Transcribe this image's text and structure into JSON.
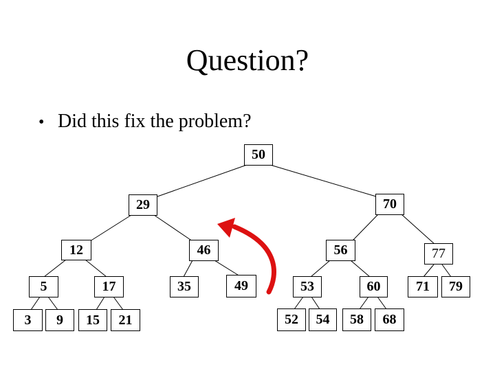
{
  "slide": {
    "title": "Question?",
    "bullet_glyph": "•",
    "bullet_text": "Did this fix the problem?"
  },
  "colors": {
    "background": "#ffffff",
    "text": "#000000",
    "node_border": "#000000",
    "edge_line": "#000000",
    "arrow_red": "#dd1111"
  },
  "tree": {
    "type": "binary-tree-diagram",
    "nodes": [
      {
        "value": "50",
        "weight": "bold"
      },
      {
        "value": "29",
        "weight": "bold"
      },
      {
        "value": "70",
        "weight": "bold"
      },
      {
        "value": "12",
        "weight": "bold"
      },
      {
        "value": "46",
        "weight": "bold"
      },
      {
        "value": "56",
        "weight": "bold"
      },
      {
        "value": "77",
        "weight": "regular"
      },
      {
        "value": "5",
        "weight": "bold"
      },
      {
        "value": "17",
        "weight": "bold"
      },
      {
        "value": "35",
        "weight": "bold"
      },
      {
        "value": "49",
        "weight": "bold"
      },
      {
        "value": "53",
        "weight": "bold"
      },
      {
        "value": "60",
        "weight": "bold"
      },
      {
        "value": "71",
        "weight": "bold"
      },
      {
        "value": "79",
        "weight": "bold"
      },
      {
        "value": "3",
        "weight": "bold"
      },
      {
        "value": "9",
        "weight": "bold"
      },
      {
        "value": "15",
        "weight": "bold"
      },
      {
        "value": "21",
        "weight": "bold"
      },
      {
        "value": "52",
        "weight": "bold"
      },
      {
        "value": "54",
        "weight": "bold"
      },
      {
        "value": "58",
        "weight": "bold"
      },
      {
        "value": "68",
        "weight": "bold"
      }
    ],
    "edges": [
      [
        "50",
        "29"
      ],
      [
        "50",
        "70"
      ],
      [
        "29",
        "12"
      ],
      [
        "29",
        "46"
      ],
      [
        "70",
        "56"
      ],
      [
        "70",
        "77"
      ],
      [
        "12",
        "5"
      ],
      [
        "12",
        "17"
      ],
      [
        "46",
        "35"
      ],
      [
        "46",
        "49"
      ],
      [
        "56",
        "53"
      ],
      [
        "56",
        "60"
      ],
      [
        "77",
        "71"
      ],
      [
        "77",
        "79"
      ],
      [
        "5",
        "3"
      ],
      [
        "5",
        "9"
      ],
      [
        "17",
        "15"
      ],
      [
        "17",
        "21"
      ],
      [
        "53",
        "52"
      ],
      [
        "53",
        "54"
      ],
      [
        "60",
        "58"
      ],
      [
        "60",
        "68"
      ]
    ],
    "annotation": "red curved arrow pointing up-left from below node 49 toward the 29-46 subtree"
  }
}
